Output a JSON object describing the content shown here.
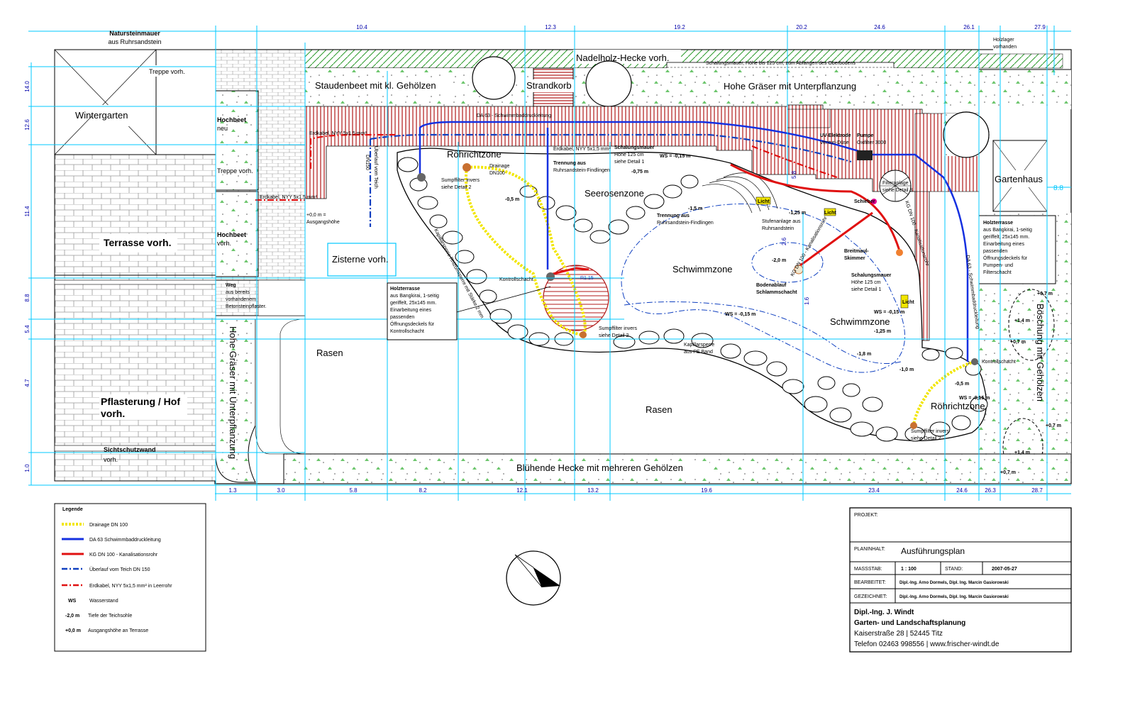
{
  "colors": {
    "drainage": "#f2e600",
    "pressure_line": "#1530e0",
    "sewer_pipe": "#e01010",
    "overflow": "#1040c0",
    "earth_cable": "#e01010",
    "deck": "#b01818",
    "dimension": "#00c8ff",
    "dim_text": "#0000aa"
  },
  "top_dims": [
    "10.4",
    "12.3",
    "19.2",
    "20.2",
    "24.6",
    "26.1",
    "27.9"
  ],
  "bottom_dims": [
    "1.3",
    "3.0",
    "5.8",
    "8.2",
    "12.1",
    "13.2",
    "19.6",
    "23.4",
    "24.6",
    "26.3",
    "28.7"
  ],
  "left_dims": [
    "14.0",
    "12.6",
    "11.4",
    "8.8",
    "5.4",
    "4.7",
    "1.0"
  ],
  "right_dims": [
    "8.8"
  ],
  "labels": {
    "naturstein_title": "Natursteinmauer",
    "naturstein_sub": "aus Ruhrsandstein",
    "treppe1": "Treppe vorh.",
    "treppe2": "Treppe vorh.",
    "wintergarten": "Wintergarten",
    "hochbeet_neu_1": "Hochbeet",
    "hochbeet_neu_2": "neu",
    "hochbeet_vorh_1": "Hochbeet",
    "hochbeet_vorh_2": "vorh.",
    "terrasse": "Terrasse vorh.",
    "weg_1": "Weg",
    "weg_2": "aus bereits",
    "weg_3": "vorhandenem",
    "weg_4": "Betonsteinpflaster.",
    "pflasterung_1": "Pflasterung / Hof",
    "pflasterung_2": "vorh.",
    "sichtschutz_1": "Sichtschutzwand",
    "sichtschutz_2": "vorh.",
    "hohe_graeser_left": "Hohe Gräser mit Unterpflanzung",
    "nadelholz": "Nadelholz-Hecke vorh.",
    "staudenbeet": "Staudenbeet mit kl. Gehölzen",
    "strandkorb": "Strandkorb",
    "hohe_graeser_top": "Hohe Gräser mit Unterpflanzung",
    "schalungsmauer_top": "Schalungsmauer, Höhe bis 125 cm, zum Abfangen des Oberbodens",
    "holzlager_1": "Holzlager",
    "holzlager_2": "vorhanden",
    "gartenhaus": "Gartenhaus",
    "roehrichtzone_1": "Röhrichtzone",
    "roehrichtzone_2": "Röhrichtzone",
    "seerosenzone": "Seerosenzone",
    "schwimmzone_1": "Schwimmzone",
    "schwimmzone_2": "Schwimmzone",
    "rasen_1": "Rasen",
    "rasen_2": "Rasen",
    "zisterne": "Zisterne vorh.",
    "bluehende_hecke": "Blühende Hecke mit mehreren Gehölzen",
    "boeschung": "Böschung mit Gehölzen",
    "da63_top": "DA 63 - Schwimmbaddruckleitung",
    "erdkabel_top": "Erdkabel, NYY 5x1,5 mm²",
    "erdkabel_mid": "Erdkabel, NYY 5x1,5 mm²",
    "erdkabel_left": "Erdkabel, NYY 5x1,5 mm²",
    "ueberlauf_vert": "Überlauf vom Teich",
    "dn150": "DN150",
    "ausgangshoehe_1": "+0,0 m =",
    "ausgangshoehe_2": "Ausgangshöhe",
    "drainage_dn100_1": "Drainage",
    "drainage_dn100_2": "DN100",
    "sumpffilter_1a": "Sumpffilter invers",
    "sumpffilter_1b": "siehe Detail 2",
    "sumpffilter_2a": "Sumpffilter invers",
    "sumpffilter_2b": "siehe Detail 2",
    "sumpffilter_3a": "Sumpffilter invers",
    "sumpffilter_3b": "siehe Detail 2",
    "trennung_1a": "Trennung aus",
    "trennung_1b": "Ruhrsandstein-Findlingen",
    "trennung_2a": "Trennung aus",
    "trennung_2b": "Ruhrsandstein-Findlingen",
    "schalungsmauer_1a": "Schalungsmauer",
    "schalungsmauer_1b": "Höhe 125 cm",
    "schalungsmauer_1c": "siehe Detail 1",
    "schalungsmauer_2a": "Schalungsmauer",
    "schalungsmauer_2b": "Höhe 125 cm",
    "schalungsmauer_2c": "siehe Detail 1",
    "ws_1": "WS = -0,15 m",
    "ws_2": "WS = -0,15 m",
    "ws_3": "WS = -0,15 m",
    "ws_4": "WS = -0,15 m",
    "depth_075": "-0,75 m",
    "depth_05a": "-0,5 m",
    "depth_15": "-1,5 m",
    "depth_125a": "-1,25 m",
    "depth_125b": "-1,25 m",
    "depth_20": "-2,0 m",
    "depth_18": "-1,8 m",
    "depth_10": "-1,0 m",
    "depth_05b": "-0,5 m",
    "uv_1": "UV-Elektrode",
    "uv_2": "Venturi-Düse",
    "pumpe_1": "Pumpe",
    "pumpe_2": "Oxifilter 3000",
    "filter_1": "Filteranlage",
    "filter_2": "siehe Detail 3",
    "stufen_1": "Stufenanlage aus",
    "stufen_2": "Ruhrsandstein",
    "licht_1": "Licht",
    "licht_2": "Licht",
    "licht_3": "Licht",
    "schieber": "Schieber",
    "breitmaul_1": "Breitmaul-",
    "breitmaul_2": "Skimmer",
    "bodenablauf_1": "Bodenablauf",
    "bodenablauf_2": "Schlammschacht",
    "kontroll_1": "Kontrollschacht",
    "kontroll_2": "Kontrollschacht",
    "kapillar_1": "Kapillarsperre",
    "kapillar_2": "aus PE Band",
    "kapillar_diag": "Kapillarsperre Rhizomsperre mit Stärke 2 mm",
    "r115": "R1.15",
    "holzterrasse_mid_1": "Holzterrasse",
    "holzterrasse_mid_2": "aus Bangkirai, 1-seitig",
    "holzterrasse_mid_3": "geriffelt, 25x145 mm.",
    "holzterrasse_mid_4": "Einarbeitung eines",
    "holzterrasse_mid_5": "passenden",
    "holzterrasse_mid_6": "Öffnungsdeckels für",
    "holzterrasse_mid_7": "Kontrollschacht",
    "holzterrasse_r_1": "Holzterrasse",
    "holzterrasse_r_2": "aus Bangkirai, 1-seitig",
    "holzterrasse_r_3": "geriffelt, 25x145 mm.",
    "holzterrasse_r_4": "Einarbeitung eines",
    "holzterrasse_r_5": "passenden",
    "holzterrasse_r_6": "Öffnungsdeckels für",
    "holzterrasse_r_7": "Pumpen- und",
    "holzterrasse_r_8": "Filterschacht",
    "plus07_1": "+0,7 m",
    "plus07_2": "+0,7 m",
    "plus07_3": "+0,7 m",
    "plus07_4": "+0,7 m",
    "plus14_1": "+1,4 m",
    "plus14_2": "+1,4 m",
    "kg_dn100_1": "KG DN 100 - Kanalisationsrohr",
    "kg_dn100_2": "KG DN 100 - Kanalisationsrohr",
    "da63_right": "DA 63 - Schwimmbaddruckleitung",
    "m_26": "2.6",
    "m_16": "1.6",
    "m_58": "5.8"
  },
  "legend": {
    "title": "Legende",
    "items": [
      {
        "label": "Drainage DN 100"
      },
      {
        "label": "DA 63 Schwimmbaddruckleitung"
      },
      {
        "label": "KG DN 100 - Kanalisationsrohr"
      },
      {
        "label": "Überlauf vom Teich DN 150"
      },
      {
        "label": "Erdkabel, NYY 5x1,5 mm² in Leerrohr"
      }
    ],
    "ws_key": "WS",
    "ws_desc": "Wasserstand",
    "depth_key": "-2,0 m",
    "depth_desc": "Tiefe der Teichsohle",
    "base_key": "+0,0 m",
    "base_desc": "Ausgangshöhe an Terrasse"
  },
  "title_block": {
    "projekt_label": "PROJEKT:",
    "planinhalt_label": "PLANINHALT:",
    "planinhalt_value": "Ausführungsplan",
    "massstab_label": "MASSSTAB:",
    "massstab_value": "1 : 100",
    "stand_label": "STAND:",
    "stand_value": "2007-05-27",
    "bearbeitet_label": "BEARBEITET:",
    "bearbeitet_value": "Dipl.-Ing. Arno Dormels, Dipl. Ing. Marcin Gasiorowski",
    "gezeichnet_label": "GEZEICHNET:",
    "gezeichnet_value": "Dipl.-Ing. Arno Dormels, Dipl. Ing. Marcin Gasiorowski",
    "firm_1": "Dipl.-Ing. J. Windt",
    "firm_2": "Garten- und Landschaftsplanung",
    "firm_3": "Kaiserstraße 28 | 52445 Titz",
    "firm_4": "Telefon  02463 998556 | www.frischer-windt.de"
  }
}
